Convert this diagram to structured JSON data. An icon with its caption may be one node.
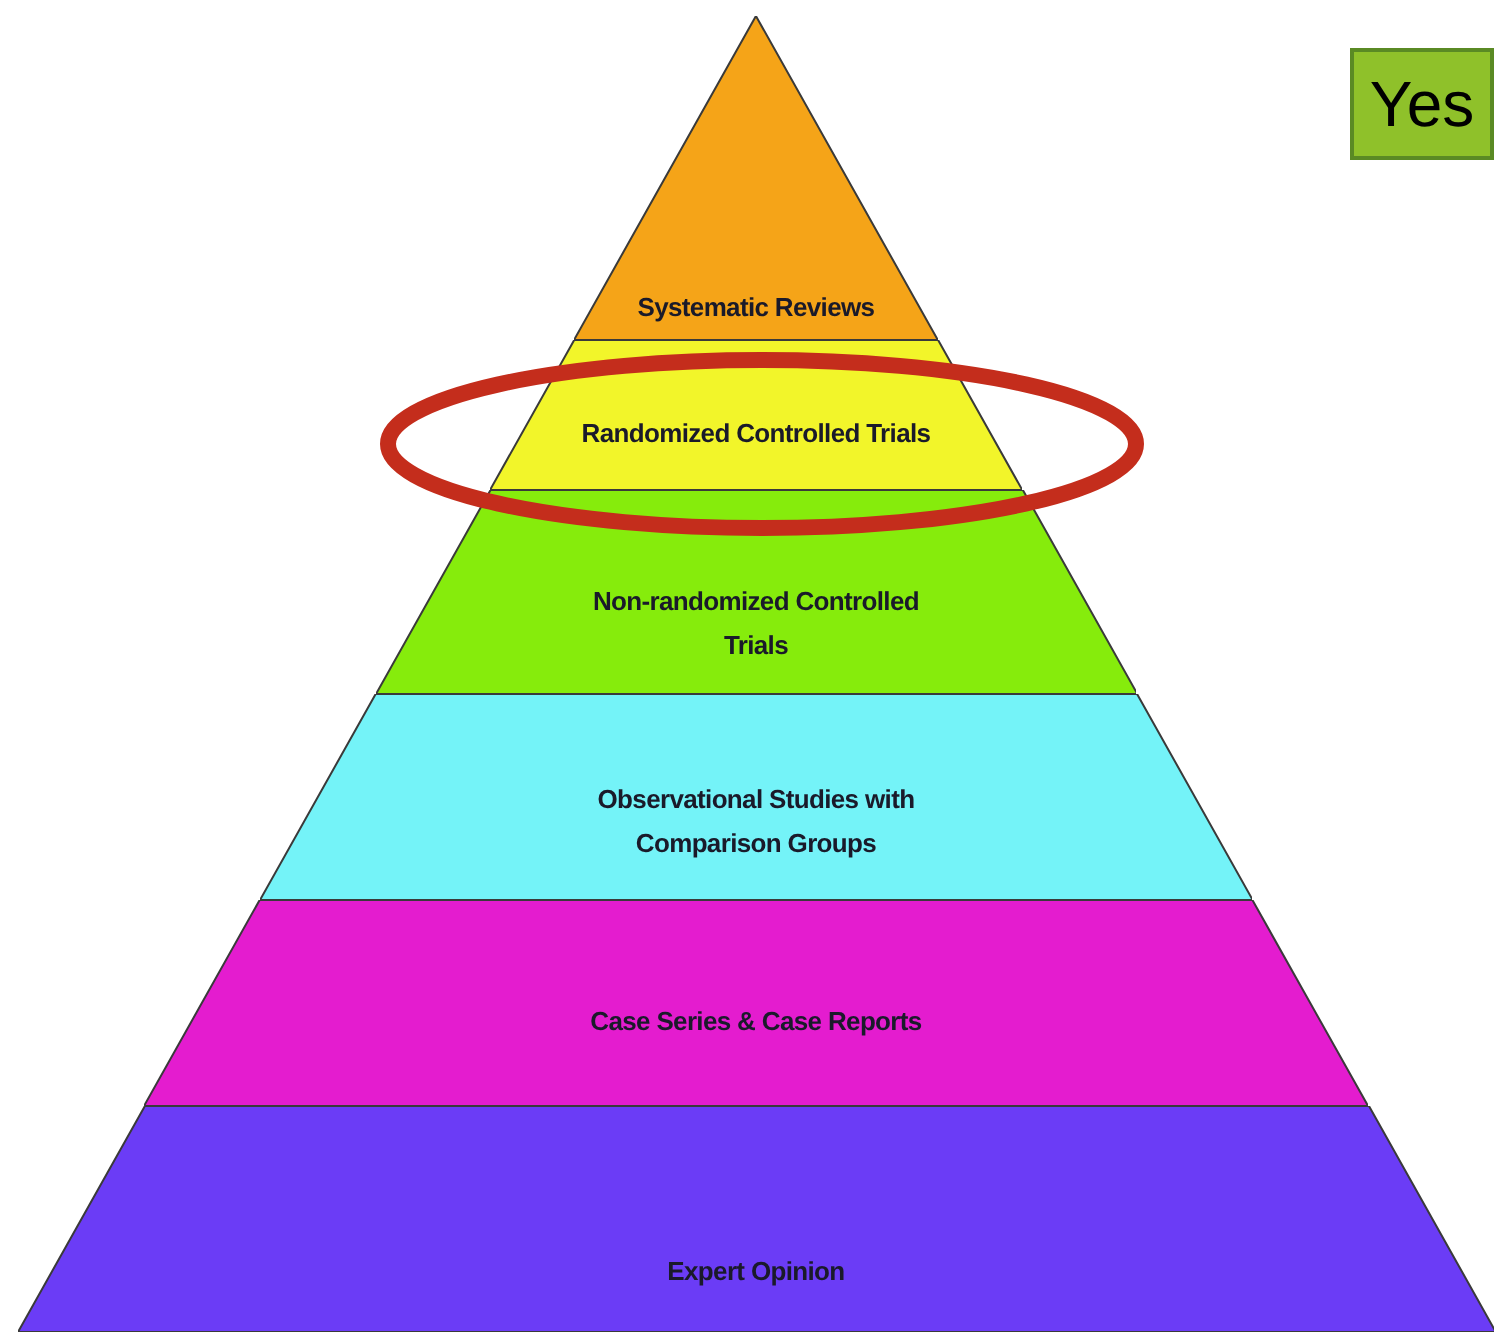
{
  "diagram": {
    "nodes": [
      {
        "text": [
          "Systematic Reviews"
        ]
      },
      {
        "text": [
          "Randomized Controlled Trials"
        ]
      },
      {
        "text": [
          "Non-randomized Controlled Trials"
        ]
      },
      {
        "text": [
          "Observational Studies with Comparison Groups"
        ]
      },
      {
        "text": [
          "Case Series & Case Reports"
        ]
      },
      {
        "text": [
          "Expert Opinion"
        ]
      },
      {
        "text": [
          "Yes"
        ]
      }
    ]
  }
}
